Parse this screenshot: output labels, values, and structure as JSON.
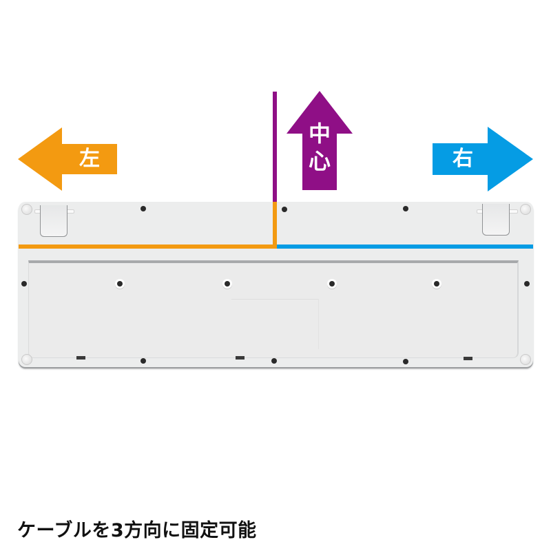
{
  "arrows": {
    "left": {
      "label": "左",
      "color": "#f39a11",
      "direction": "left"
    },
    "center": {
      "label_line1": "中",
      "label_line2": "心",
      "color": "#8f0f86",
      "direction": "up"
    },
    "right": {
      "label": "右",
      "color": "#059ce4",
      "direction": "right"
    }
  },
  "cable_routes": {
    "left_color": "#f39a11",
    "center_color": "#8f0f86",
    "right_color": "#059ce4"
  },
  "keyboard": {
    "view": "underside",
    "body_color": "#eceded"
  },
  "caption": "ケーブルを3方向に固定可能"
}
